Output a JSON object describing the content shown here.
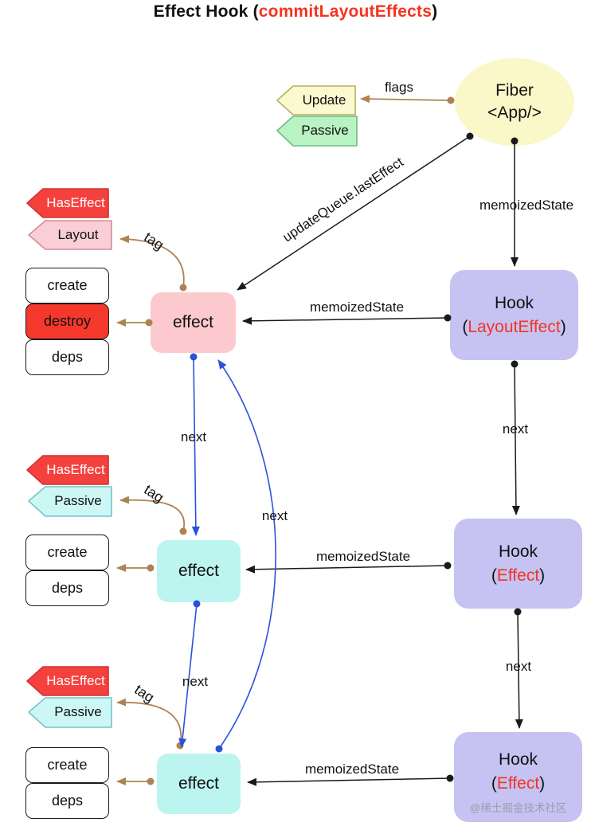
{
  "title": {
    "prefix": "Effect Hook (",
    "highlight": "commitLayoutEffects",
    "suffix": ")"
  },
  "fiber": {
    "line1": "Fiber",
    "line2": "<App/>"
  },
  "flag_tags": {
    "update": "Update",
    "passive": "Passive"
  },
  "labels": {
    "flags": "flags",
    "update_queue": "updateQueue.lastEffect",
    "memoized_state": "memoizedState",
    "next": "next",
    "tag": "tag"
  },
  "effect_groups": [
    {
      "tag_top": "HasEffect",
      "tag_bottom": "Layout",
      "node": "effect",
      "fields": [
        "create",
        "destroy",
        "deps"
      ]
    },
    {
      "tag_top": "HasEffect",
      "tag_bottom": "Passive",
      "node": "effect",
      "fields": [
        "create",
        "deps"
      ]
    },
    {
      "tag_top": "HasEffect",
      "tag_bottom": "Passive",
      "node": "effect",
      "fields": [
        "create",
        "deps"
      ]
    }
  ],
  "hooks": [
    {
      "title": "Hook",
      "subtitle": "LayoutEffect"
    },
    {
      "title": "Hook",
      "subtitle": "Effect"
    },
    {
      "title": "Hook",
      "subtitle": "Effect"
    }
  ],
  "common": {
    "paren_open": "(",
    "paren_close": ")"
  },
  "watermark": "@稀土掘金技术社区",
  "colors": {
    "accent_red": "#f43420",
    "node_pink": "#fbc9ce",
    "node_cyan": "#bcf4f0",
    "node_lavender": "#c6c2f2",
    "fiber_yellow": "#faf7c8",
    "tag_red": "#f5413d",
    "tag_pink": "#f9ced4",
    "tag_cyan": "#cdf7f5",
    "tag_yellow": "#fbf9d0",
    "tag_green": "#b9f2c3",
    "field_destroy_red": "#f4392c",
    "arrow_brown": "#ae8353",
    "arrow_blue": "#2a52d8",
    "arrow_black": "#1a1a1a"
  }
}
